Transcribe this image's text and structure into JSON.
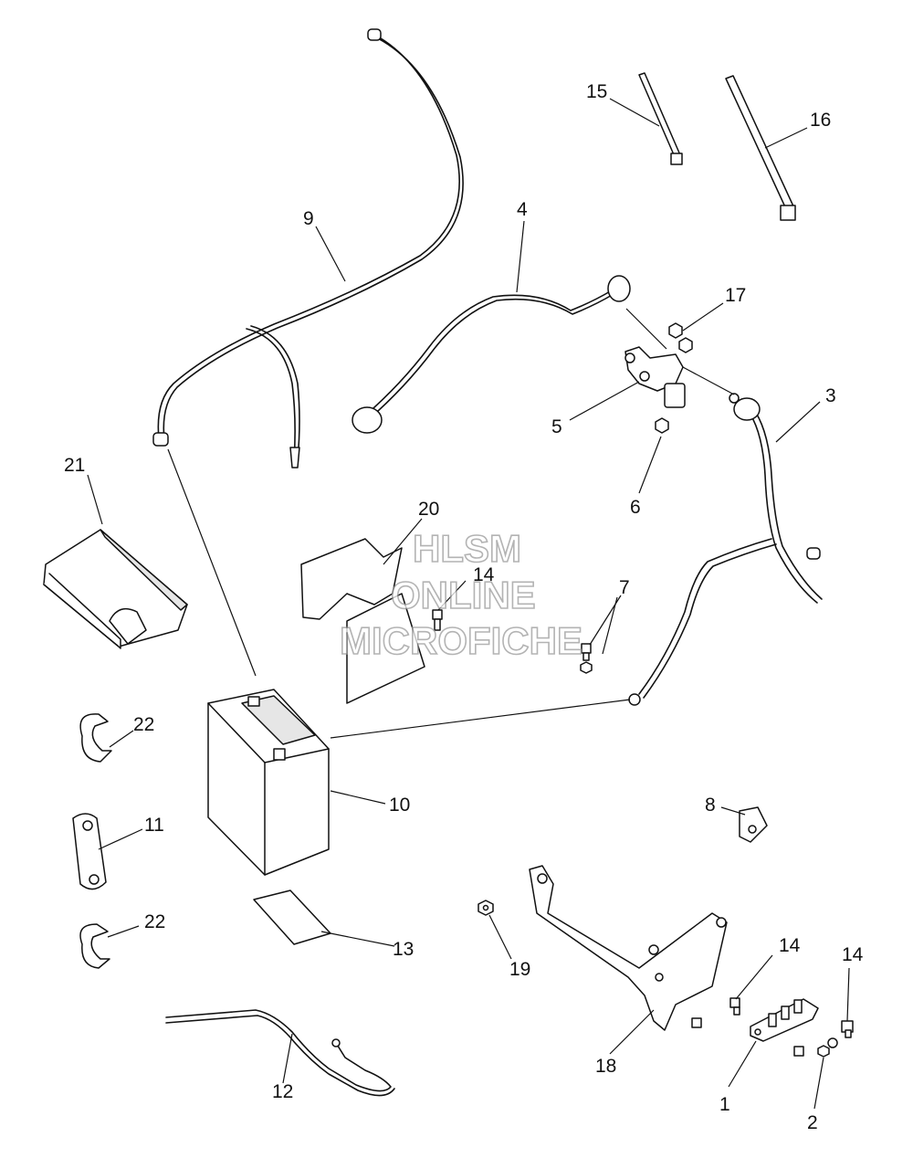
{
  "watermark": {
    "line1": "HLSM",
    "line2": "ONLINE",
    "line3": "MICROFICHE"
  },
  "callouts": {
    "c1": "1",
    "c2": "2",
    "c3": "3",
    "c4": "4",
    "c5": "5",
    "c6": "6",
    "c7": "7",
    "c8": "8",
    "c9": "9",
    "c10": "10",
    "c11": "11",
    "c12": "12",
    "c13": "13",
    "c14a": "14",
    "c14b": "14",
    "c14c": "14",
    "c15": "15",
    "c16": "16",
    "c17": "17",
    "c18": "18",
    "c19": "19",
    "c20": "20",
    "c21": "21",
    "c22a": "22",
    "c22b": "22"
  },
  "colors": {
    "line": "#111111",
    "watermark": "#9a9a9a",
    "background": "#ffffff"
  }
}
